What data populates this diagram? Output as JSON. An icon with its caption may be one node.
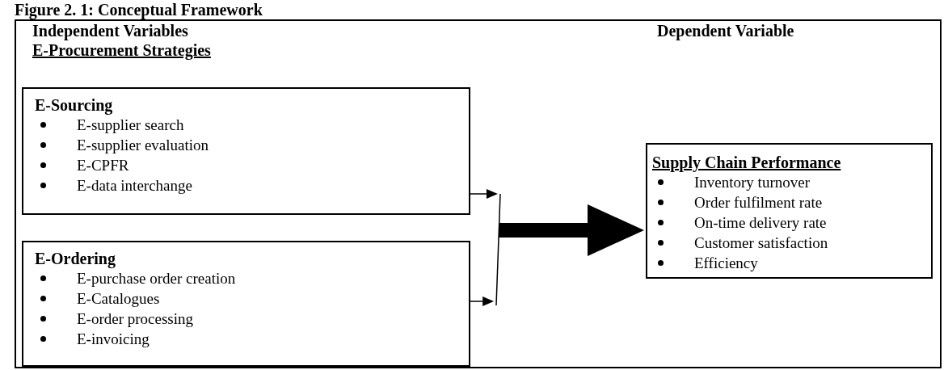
{
  "diagram": {
    "title": "Figure 2. 1: Conceptual Framework",
    "nodes": [
      {
        "text": [
          "Independent Variables",
          "E-Procurement Strategies",
          "Dependent Variable"
        ]
      },
      {
        "text": [
          "E-Sourcing",
          "E-supplier search",
          "E-supplier evaluation",
          "E-CPFR",
          "E-data interchange"
        ],
        "in": 0
      },
      {
        "text": [
          "E-Ordering",
          "E-purchase order creation",
          "E-Catalogues",
          "E-order processing",
          "E-invoicing"
        ],
        "in": 0
      },
      {
        "text": [],
        "shape": "bar",
        "in": 0
      },
      {
        "text": [
          "Supply Chain Performance",
          "Inventory turnover",
          "Order fulfilment rate",
          "On-time delivery rate",
          "Customer satisfaction",
          "Efficiency"
        ],
        "in": 0
      }
    ],
    "edges": [
      {
        "from": 1,
        "to": 3,
        "arrow": "to"
      },
      {
        "from": 2,
        "to": 3,
        "arrow": "to"
      },
      {
        "from": 3,
        "to": 4,
        "arrow": "to",
        "style": "thick"
      }
    ]
  }
}
